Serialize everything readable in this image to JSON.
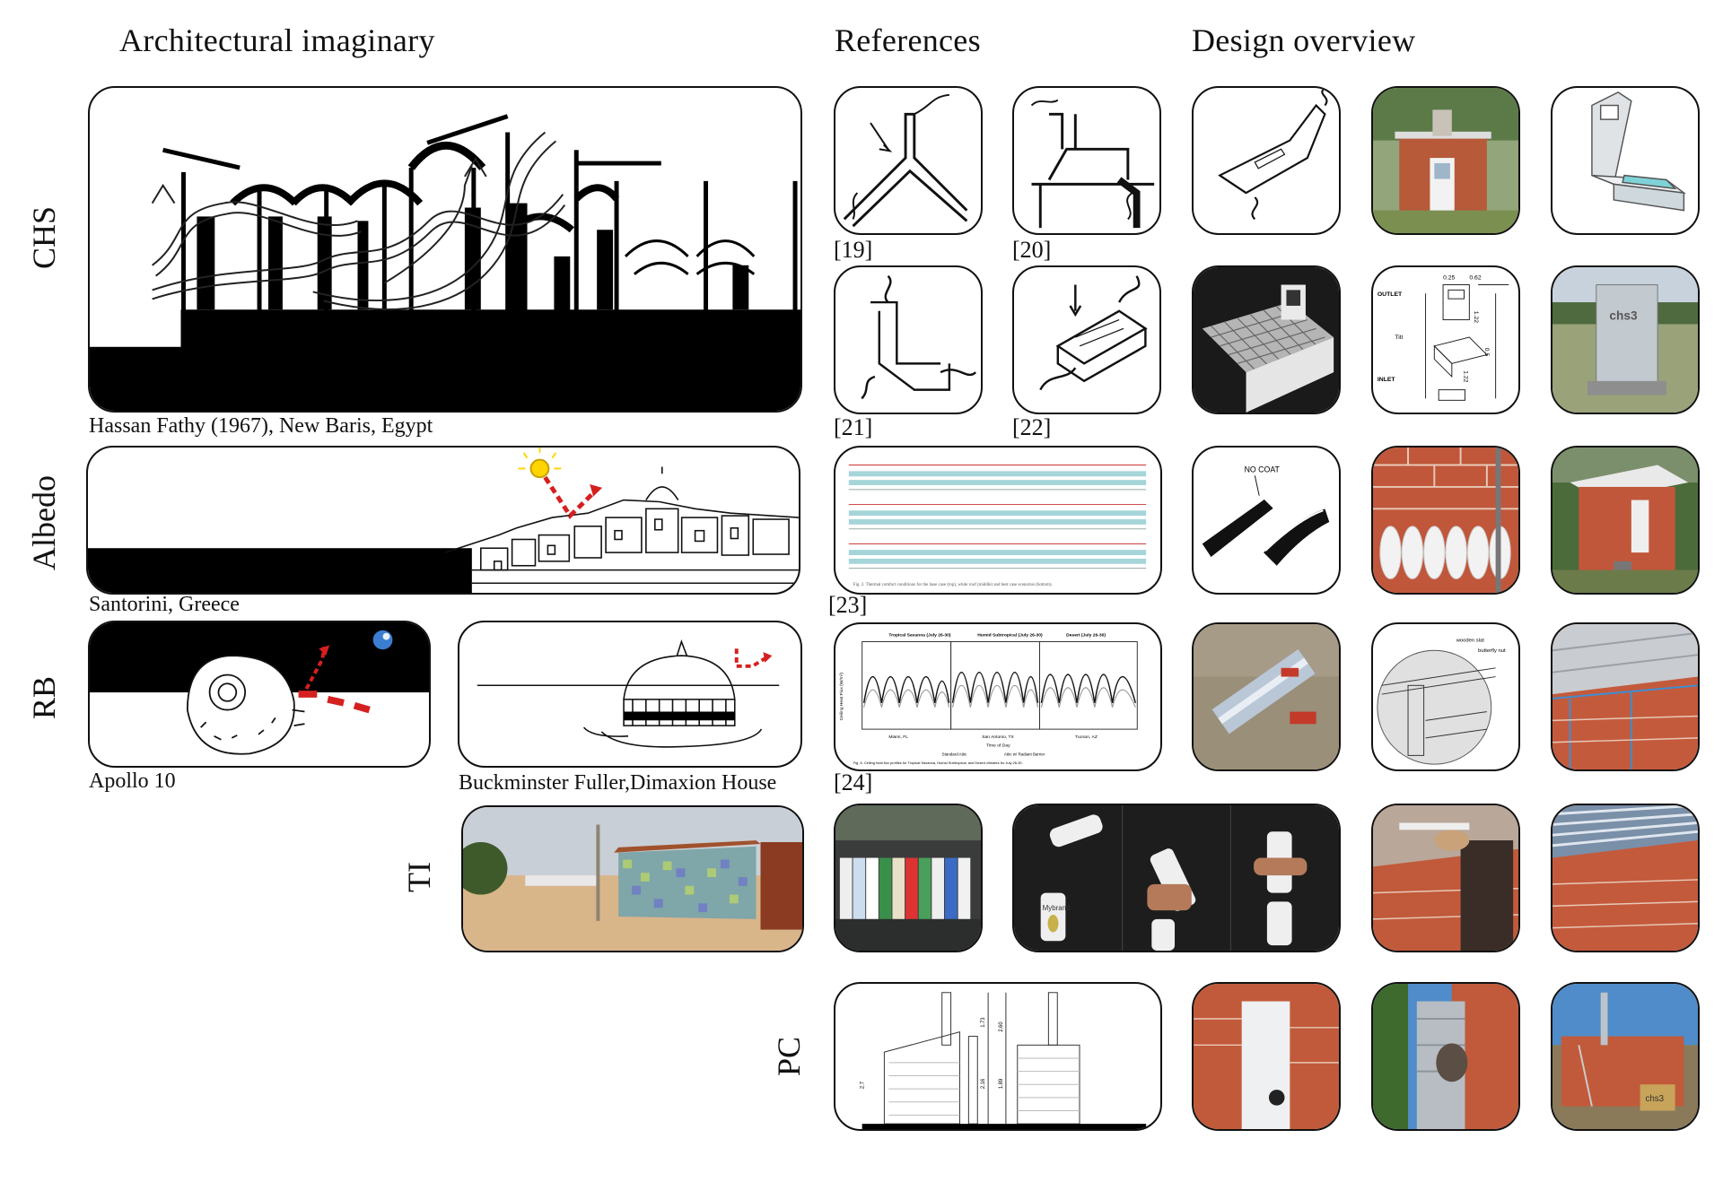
{
  "headers": {
    "architectural_imaginary": "Architectural imaginary",
    "references": "References",
    "design_overview": "Design overview"
  },
  "row_labels": {
    "chs": "CHS",
    "albedo": "Albedo",
    "rb": "RB",
    "ti": "TI",
    "pc": "PC"
  },
  "captions": {
    "fathy": "Hassan Fathy (1967), New Baris, Egypt",
    "santorini": "Santorini, Greece",
    "apollo": "Apollo 10",
    "fuller": "Buckminster Fuller,Dimaxion House"
  },
  "references": {
    "r19": "[19]",
    "r20": "[20]",
    "r21": "[21]",
    "r22": "[22]",
    "r23": "[23]",
    "r24": "[24]"
  },
  "chart_rb": {
    "panel_titles": [
      "Tropical Savanna (July 26-30)",
      "Humid Subtropical (July 26-30)",
      "Desert (July 26-30)"
    ],
    "cities": [
      "Miami, FL",
      "San Antonio, TX",
      "Tucson, AZ"
    ],
    "x_label": "Time of Day",
    "y_label": "Ceiling Heat Flux (W/m²)",
    "legend": [
      "Standard Attic",
      "Attic w/ Radiant Barrier"
    ],
    "caption": "Fig. 6. Ceiling heat flux profiles for Tropical Savanna, Humid Subtropical, and Desert climates for July 26-30."
  },
  "chart_albedo": {
    "caption": "Fig. 2. Thermal comfort conditions for the base case (top), white roof (middle) and best case scenarios (bottom)."
  },
  "drawing_labels": {
    "no_coat": "NO COAT",
    "chs3": "chs3",
    "outlet": "OUTLET",
    "inlet": "INLET",
    "tilt": "Tilt",
    "dim_025": "0.25",
    "dim_062": "0.62",
    "dim_122": "1.22",
    "dim_05": "0.5",
    "dim_122b": "1.22",
    "wooden_slat": "wooden slat",
    "butterfly_nut": "butterfly nut",
    "pc_dim_173": "1.73",
    "pc_dim_260": "2.60",
    "pc_dim_216": "2.16",
    "pc_dim_189": "1.89",
    "pc_dim_27": "2.7",
    "bottle_brand": "Mybrand"
  }
}
